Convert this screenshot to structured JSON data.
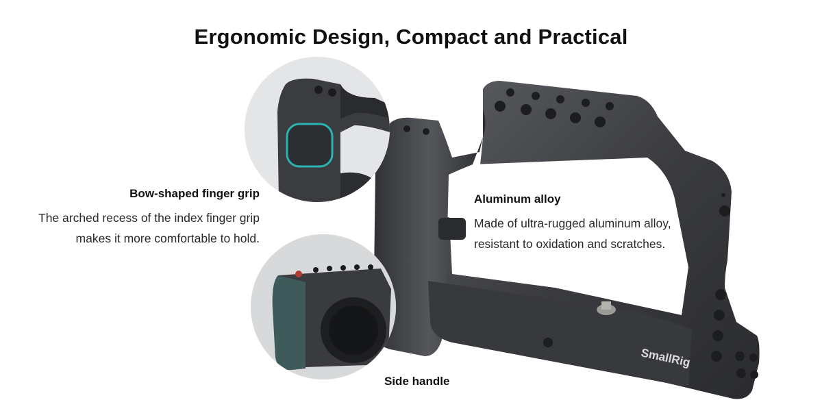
{
  "headline": "Ergonomic Design, Compact and Practical",
  "features": {
    "grip": {
      "title": "Bow-shaped finger grip",
      "desc_line1": "The arched recess of the index finger grip",
      "desc_line2": "makes it more comfortable to hold."
    },
    "alloy": {
      "title": "Aluminum alloy",
      "desc_line1": "Made of ultra-rugged aluminum alloy,",
      "desc_line2": "resistant to oxidation and scratches."
    },
    "handle": {
      "title": "Side handle"
    }
  },
  "brand": {
    "logo_text": "SmallRig"
  },
  "colors": {
    "cage_dark": "#2f3033",
    "cage_mid": "#45474b",
    "cage_light": "#6a6d72",
    "grip_accent": "#2bb3b1"
  }
}
